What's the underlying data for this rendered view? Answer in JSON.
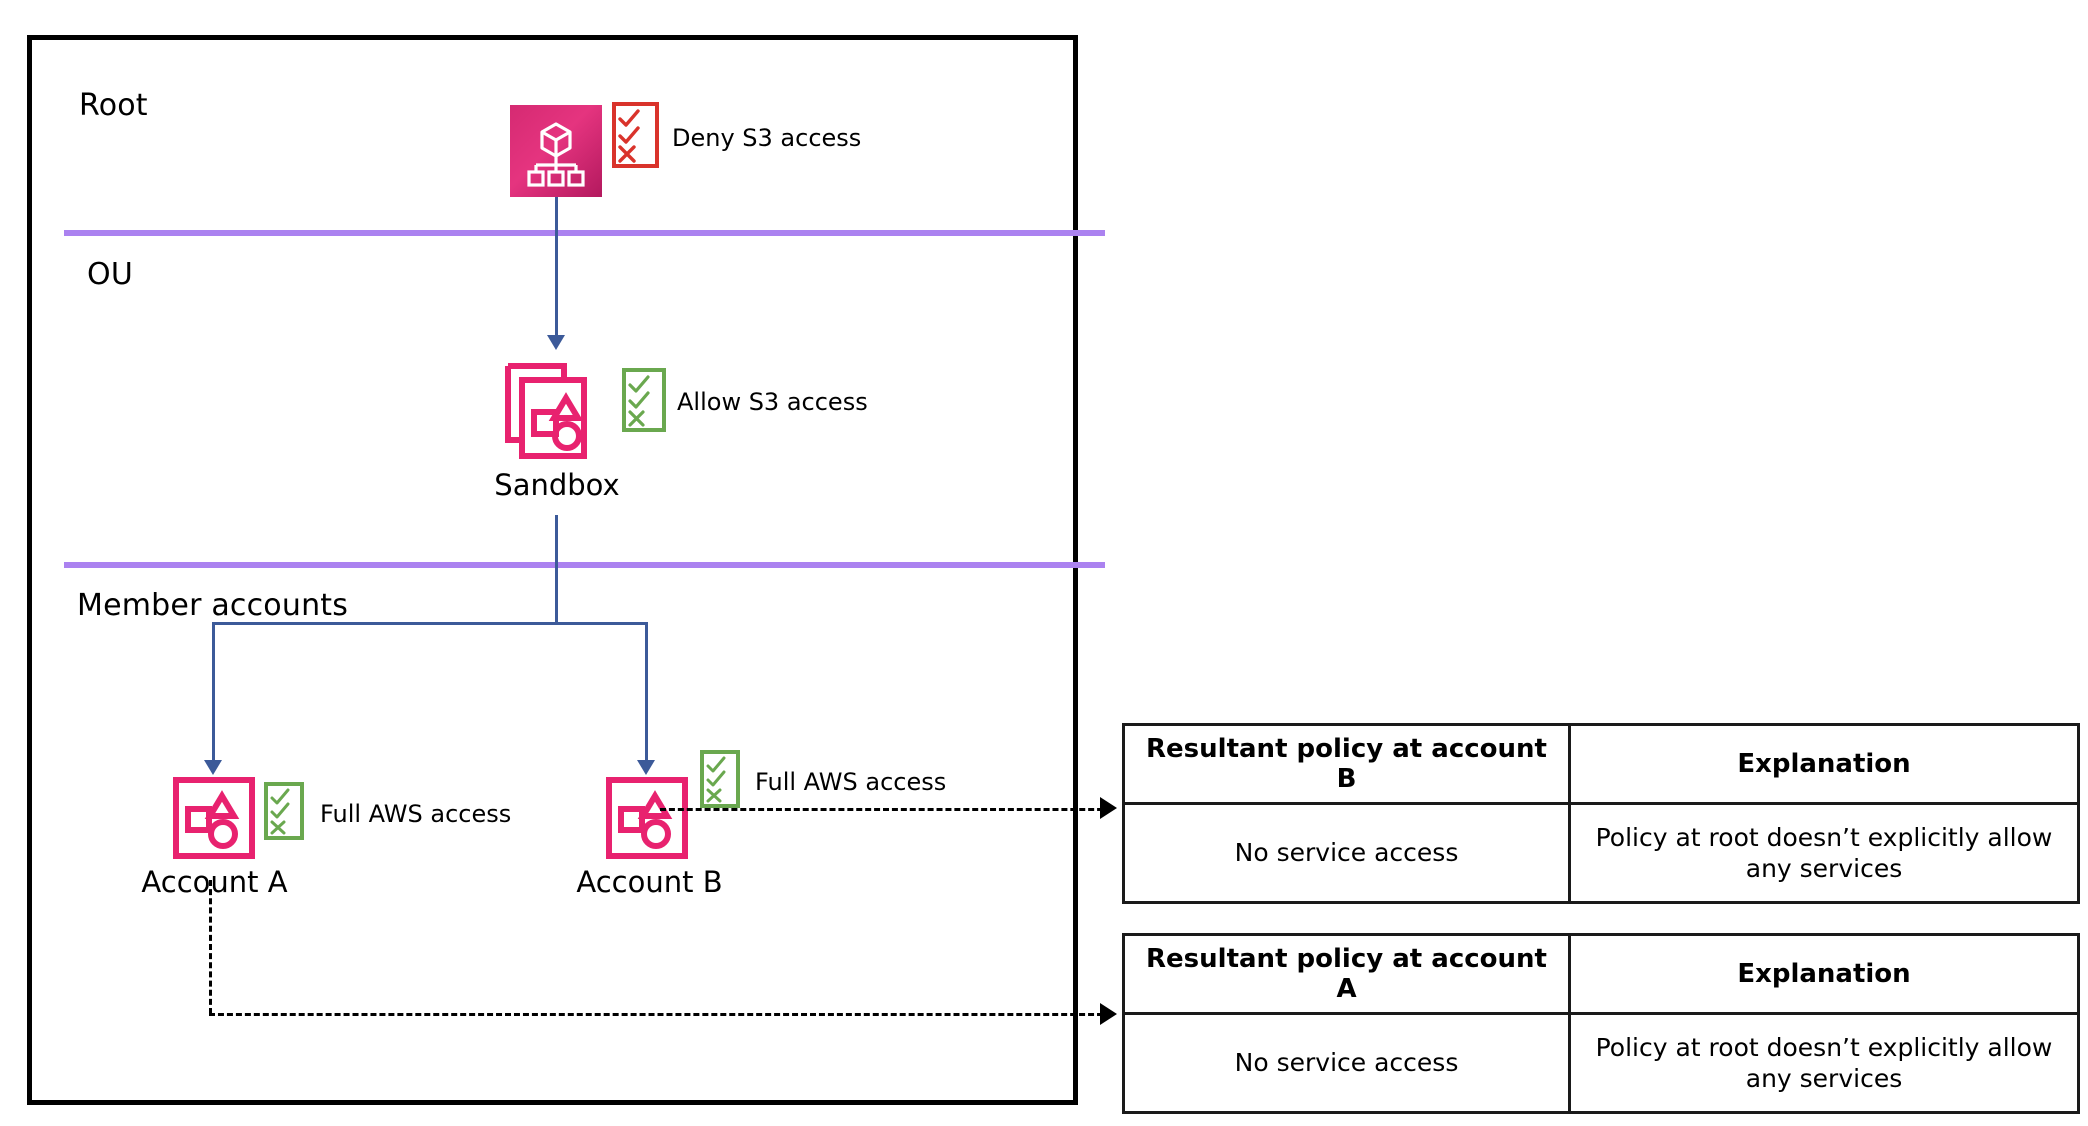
{
  "diagram": {
    "title": "AWS Organizations SCP inheritance example",
    "zones": [
      {
        "id": "root",
        "label": "Root"
      },
      {
        "id": "ou",
        "label": "OU"
      },
      {
        "id": "member",
        "label": "Member accounts"
      }
    ],
    "nodes": [
      {
        "id": "root-org",
        "caption": "",
        "icon": "aws-organizations-icon",
        "policy_label": "Deny S3 access",
        "policy_state": "deny",
        "policy_icon": "checklist-red-icon"
      },
      {
        "id": "sandbox-ou",
        "caption": "Sandbox",
        "icon": "organizational-unit-icon",
        "policy_label": "Allow S3 access",
        "policy_state": "allow",
        "policy_icon": "checklist-green-icon"
      },
      {
        "id": "account-a",
        "caption": "Account A",
        "icon": "aws-account-icon",
        "policy_label": "Full AWS access",
        "policy_state": "allow",
        "policy_icon": "checklist-green-icon"
      },
      {
        "id": "account-b",
        "caption": "Account B",
        "icon": "aws-account-icon",
        "policy_label": "Full AWS access",
        "policy_state": "allow",
        "policy_icon": "checklist-green-icon"
      }
    ]
  },
  "tables": [
    {
      "id": "account-b-result",
      "headers": [
        "Resultant policy at account B",
        "Explanation"
      ],
      "rows": [
        [
          "No service access",
          "Policy at root doesn’t explicitly allow any services"
        ]
      ]
    },
    {
      "id": "account-a-result",
      "headers": [
        "Resultant policy at account A",
        "Explanation"
      ],
      "rows": [
        [
          "No service access",
          "Policy at root doesn’t explicitly allow any services"
        ]
      ]
    }
  ],
  "colors": {
    "frame_border": "#000000",
    "zone_divider": "#ab82f0",
    "connector": "#3c5a99",
    "aws_pink": "#e8226f",
    "deny_red": "#d9332b",
    "allow_green": "#6aa84f",
    "table_border": "#1a1a1a"
  }
}
